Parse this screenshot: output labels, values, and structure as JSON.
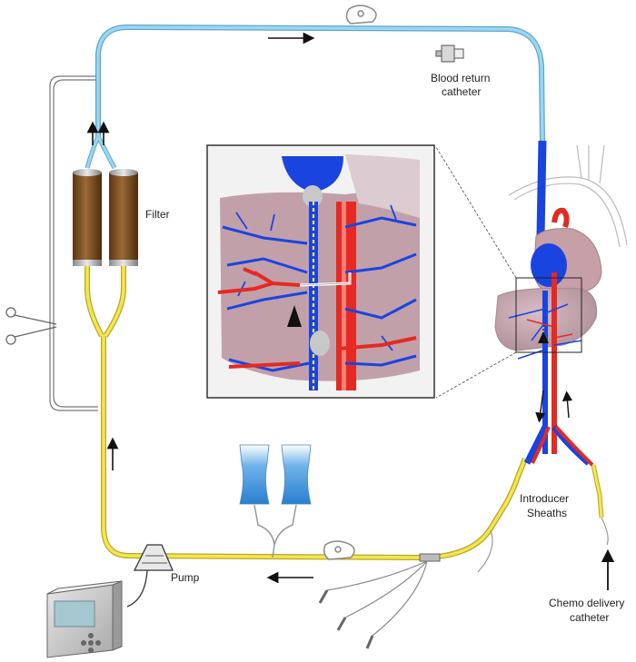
{
  "labels": {
    "blood_return_line1": "Blood return",
    "blood_return_line2": "catheter",
    "filter": "Filter",
    "pump": "Pump",
    "introducer_line1": "Introducer",
    "introducer_line2": "Sheaths",
    "chemo_line1": "Chemo delivery",
    "chemo_line2": "catheter"
  },
  "colors": {
    "return_line": "#8ccbe8",
    "venous_blue": "#1a44e0",
    "drain_line": "#f2e24a",
    "artery_red": "#e42a22",
    "filter_brown": "#7a4a22",
    "iv_bag_blue": "#3c92d8",
    "liver": "#c6a6b0"
  },
  "icons": [
    "pump-icon",
    "monitor-icon",
    "iv-bag-icon",
    "clamp-icon",
    "scissors-icon",
    "arrow-icon"
  ]
}
